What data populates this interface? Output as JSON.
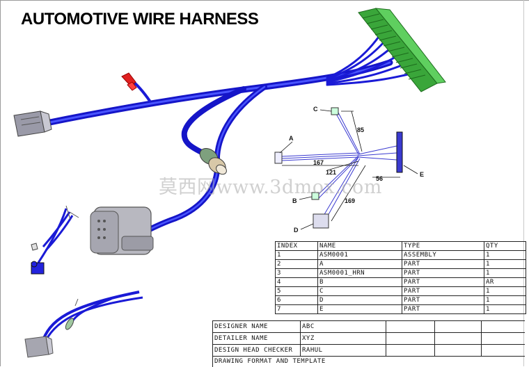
{
  "title": "AUTOMOTIVE WIRE HARNESS",
  "watermark": "莫西网www.3dmox.com",
  "detail": {
    "dimensions": [
      "85",
      "167",
      "121",
      "56",
      "169"
    ],
    "callouts": [
      "A",
      "B",
      "C",
      "D",
      "E"
    ]
  },
  "bom": {
    "headers": [
      "INDEX",
      "NAME",
      "TYPE",
      "QTY"
    ],
    "rows": [
      [
        "1",
        "ASM0001",
        "ASSEMBLY",
        "1"
      ],
      [
        "2",
        "A",
        "PART",
        "1"
      ],
      [
        "3",
        "ASM0001_HRN",
        "PART",
        "1"
      ],
      [
        "4",
        "B",
        "PART",
        "AR"
      ],
      [
        "5",
        "C",
        "PART",
        "1"
      ],
      [
        "6",
        "D",
        "PART",
        "1"
      ],
      [
        "7",
        "E",
        "PART",
        "1"
      ]
    ]
  },
  "title_block": [
    {
      "label": "DESIGNER NAME",
      "value": "ABC"
    },
    {
      "label": "DETAILER NAME",
      "value": "XYZ"
    },
    {
      "label": "DESIGN HEAD CHECKER",
      "value": "RAHUL"
    },
    {
      "label": "DRAWING FORMAT AND TEMPLATE",
      "value": ""
    }
  ]
}
